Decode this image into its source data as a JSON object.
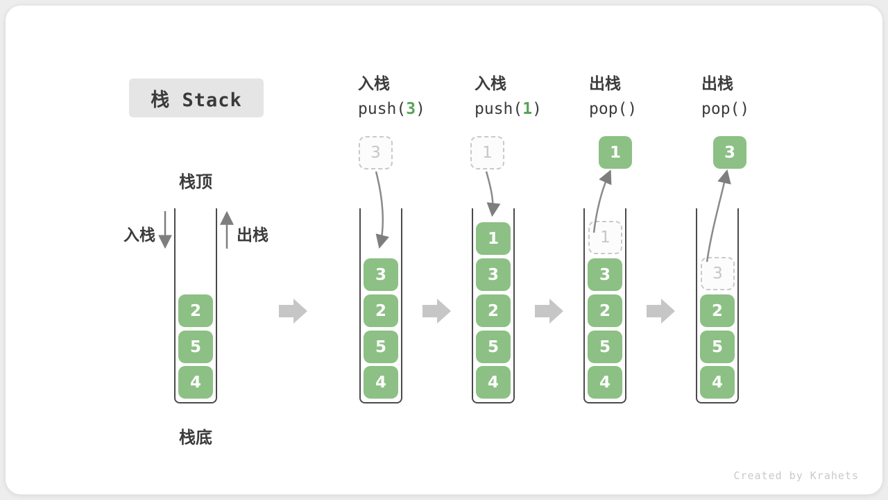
{
  "title": "栈 Stack",
  "watermark": "Created by Krahets",
  "labels": {
    "stack_top": "栈顶",
    "stack_bottom": "栈底",
    "push_cn": "入栈",
    "pop_cn": "出栈"
  },
  "colors": {
    "item_green": "#8cc084",
    "code_green": "#56a456",
    "curve_arrow_gray": "#8a8a8a",
    "block_arrow_gray": "#c6c6c6",
    "ghost_border_gray": "#c9c9c9",
    "wall_gray": "#4a4a4a",
    "title_bg": "#e5e5e5"
  },
  "steps": {
    "push3": {
      "op_cn": "入栈",
      "code_pre": "push(",
      "code_arg": "3",
      "code_post": ")",
      "ghost_value": "3"
    },
    "push1": {
      "op_cn": "入栈",
      "code_pre": "push(",
      "code_arg": "1",
      "code_post": ")",
      "ghost_value": "1"
    },
    "pop1": {
      "op_cn": "出栈",
      "code": "pop()",
      "popped_value": "1",
      "ghost_value": "1"
    },
    "pop2": {
      "op_cn": "出栈",
      "code": "pop()",
      "popped_value": "3",
      "ghost_value": "3"
    }
  },
  "stacks": {
    "s1": {
      "items": [
        "2",
        "5",
        "4"
      ]
    },
    "s2": {
      "items": [
        "3",
        "2",
        "5",
        "4"
      ]
    },
    "s3": {
      "items": [
        "1",
        "3",
        "2",
        "5",
        "4"
      ]
    },
    "s4": {
      "items": [
        "3",
        "2",
        "5",
        "4"
      ]
    },
    "s5": {
      "items": [
        "2",
        "5",
        "4"
      ]
    }
  }
}
